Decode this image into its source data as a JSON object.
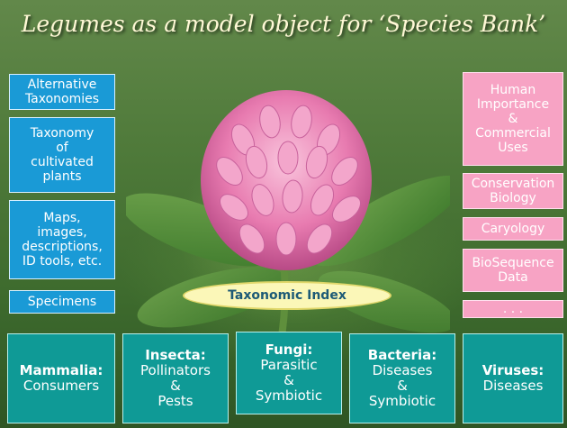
{
  "title": "Legumes as a model object for ‘Species Bank’",
  "left_boxes": [
    "Alternative Taxonomies",
    "Taxonomy\nof\ncultivated\nplants",
    "Maps,\nimages,\ndescriptions,\nID tools, etc.",
    "Specimens"
  ],
  "right_boxes": [
    "Human\nImportance\n&\nCommercial\nUses",
    "Conservation\nBiology",
    "Caryology",
    "BioSequence\nData",
    ". . ."
  ],
  "center_label": "Taxonomic Index",
  "bottom_boxes": [
    {
      "heading": "Mammalia:",
      "body": "Consumers"
    },
    {
      "heading": "Insecta:",
      "body": "Pollinators\n&\nPests"
    },
    {
      "heading": "Fungi:",
      "body": "Parasitic\n&\nSymbiotic"
    },
    {
      "heading": "Bacteria:",
      "body": "Diseases\n&\nSymbiotic"
    },
    {
      "heading": "Viruses:",
      "body": "Diseases"
    }
  ],
  "colors": {
    "left_boxes": "#1a9ad6",
    "right_boxes": "#f7a3c4",
    "bottom_boxes": "#0f9a96",
    "center_label_bg": "#fbf7b8"
  }
}
